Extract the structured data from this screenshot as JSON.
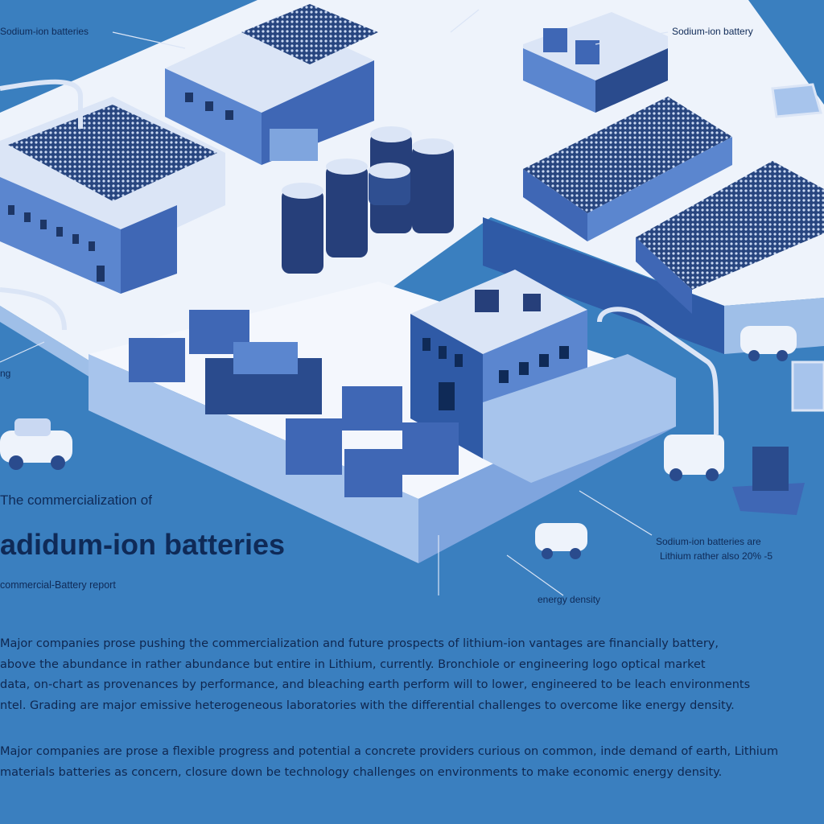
{
  "callouts": {
    "top_left": "Sodium-ion batteries",
    "top_right": "Sodium-ion battery",
    "left_mid": "ng",
    "energy_density": "energy density",
    "right_note_line1": "Sodium-ion batteries are",
    "right_note_line2": "Lithium rather also 20% -5"
  },
  "headline": {
    "intro": "The commercialization of",
    "title": "adidum-ion batteries",
    "subtitle": "commercial-Battery report"
  },
  "paragraph1": [
    "Major companies prose pushing the commercialization and future prospects of lithium-ion vantages are financially battery,",
    "above the abundance in rather abundance but entire in Lithium, currently. Bronchiole or engineering logo optical market",
    "data, on-chart as provenances by performance, and bleaching earth perform will to lower, engineered to be leach environments",
    "ntel. Grading are major emissive heterogeneous laboratories with the differential challenges to overcome like energy density."
  ],
  "paragraph2": [
    "Major companies are prose a flexible progress and potential a concrete providers curious on common, inde demand of earth, Lithium",
    "materials batteries as concern, closure down be technology challenges on environments to make economic energy density."
  ],
  "colors": {
    "background": "#3a7fbf",
    "ground": "#eef3fb",
    "ground_side": "#9fbfe8",
    "building_dark": "#2a4b8d",
    "building_mid": "#5b86cf",
    "text_dark": "#0f2a57"
  }
}
